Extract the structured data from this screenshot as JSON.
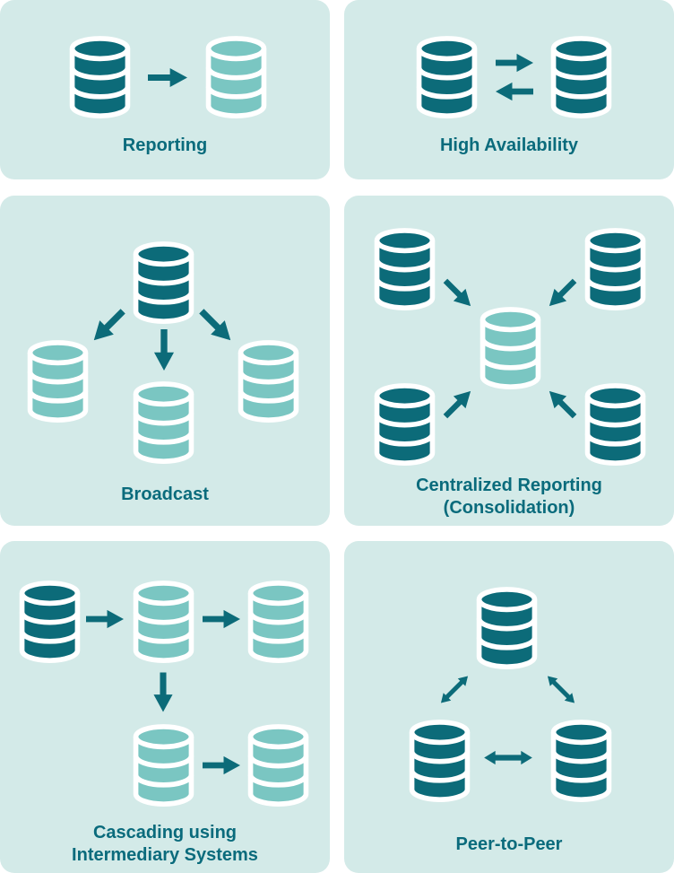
{
  "colors": {
    "page_background": "#ffffff",
    "panel_background": "#d3eae8",
    "primary_database": "#0c6b79",
    "replica_database": "#7ac6c2",
    "arrow": "#0c6b79",
    "caption_text": "#0a6b7c",
    "icon_outline": "#ffffff"
  },
  "icons": {
    "database": "database-icon",
    "single_arrow": "arrow-icon",
    "double_arrow": "double-arrow-icon"
  },
  "panels": [
    {
      "id": "reporting",
      "title": "Reporting",
      "databases": [
        {
          "variant": "dark",
          "role": "source"
        },
        {
          "variant": "light",
          "role": "replica"
        }
      ],
      "arrows": [
        {
          "kind": "single",
          "direction": "right",
          "from": "source",
          "to": "replica"
        }
      ]
    },
    {
      "id": "high-availability",
      "title": "High Availability",
      "databases": [
        {
          "variant": "dark",
          "role": "primary"
        },
        {
          "variant": "dark",
          "role": "standby"
        }
      ],
      "arrows": [
        {
          "kind": "single",
          "direction": "right",
          "from": "primary",
          "to": "standby"
        },
        {
          "kind": "single",
          "direction": "left",
          "from": "standby",
          "to": "primary"
        }
      ]
    },
    {
      "id": "broadcast",
      "title": "Broadcast",
      "databases": [
        {
          "variant": "dark",
          "role": "source"
        },
        {
          "variant": "light",
          "role": "replica-left"
        },
        {
          "variant": "light",
          "role": "replica-center"
        },
        {
          "variant": "light",
          "role": "replica-right"
        }
      ],
      "arrows": [
        {
          "kind": "single",
          "direction": "down-left",
          "from": "source",
          "to": "replica-left"
        },
        {
          "kind": "single",
          "direction": "down",
          "from": "source",
          "to": "replica-center"
        },
        {
          "kind": "single",
          "direction": "down-right",
          "from": "source",
          "to": "replica-right"
        }
      ]
    },
    {
      "id": "centralized-reporting",
      "title": "Centralized Reporting\n(Consolidation)",
      "databases": [
        {
          "variant": "dark",
          "role": "source-top-left"
        },
        {
          "variant": "dark",
          "role": "source-top-right"
        },
        {
          "variant": "dark",
          "role": "source-bottom-left"
        },
        {
          "variant": "dark",
          "role": "source-bottom-right"
        },
        {
          "variant": "light",
          "role": "central-replica"
        }
      ],
      "arrows": [
        {
          "kind": "single",
          "direction": "down-right",
          "from": "source-top-left",
          "to": "central-replica"
        },
        {
          "kind": "single",
          "direction": "down-left",
          "from": "source-top-right",
          "to": "central-replica"
        },
        {
          "kind": "single",
          "direction": "up-right",
          "from": "source-bottom-left",
          "to": "central-replica"
        },
        {
          "kind": "single",
          "direction": "up-left",
          "from": "source-bottom-right",
          "to": "central-replica"
        }
      ]
    },
    {
      "id": "cascading",
      "title": "Cascading using\nIntermediary Systems",
      "databases": [
        {
          "variant": "dark",
          "role": "source"
        },
        {
          "variant": "light",
          "role": "intermediary"
        },
        {
          "variant": "light",
          "role": "replica-top-right"
        },
        {
          "variant": "light",
          "role": "intermediary-2"
        },
        {
          "variant": "light",
          "role": "replica-bottom-right"
        }
      ],
      "arrows": [
        {
          "kind": "single",
          "direction": "right",
          "from": "source",
          "to": "intermediary"
        },
        {
          "kind": "single",
          "direction": "right",
          "from": "intermediary",
          "to": "replica-top-right"
        },
        {
          "kind": "single",
          "direction": "down",
          "from": "intermediary",
          "to": "intermediary-2"
        },
        {
          "kind": "single",
          "direction": "right",
          "from": "intermediary-2",
          "to": "replica-bottom-right"
        }
      ]
    },
    {
      "id": "peer-to-peer",
      "title": "Peer-to-Peer",
      "databases": [
        {
          "variant": "dark",
          "role": "peer-top"
        },
        {
          "variant": "dark",
          "role": "peer-bottom-left"
        },
        {
          "variant": "dark",
          "role": "peer-bottom-right"
        }
      ],
      "arrows": [
        {
          "kind": "double",
          "direction": "diagonal",
          "between": [
            "peer-top",
            "peer-bottom-left"
          ]
        },
        {
          "kind": "double",
          "direction": "diagonal",
          "between": [
            "peer-top",
            "peer-bottom-right"
          ]
        },
        {
          "kind": "double",
          "direction": "horizontal",
          "between": [
            "peer-bottom-left",
            "peer-bottom-right"
          ]
        }
      ]
    }
  ]
}
